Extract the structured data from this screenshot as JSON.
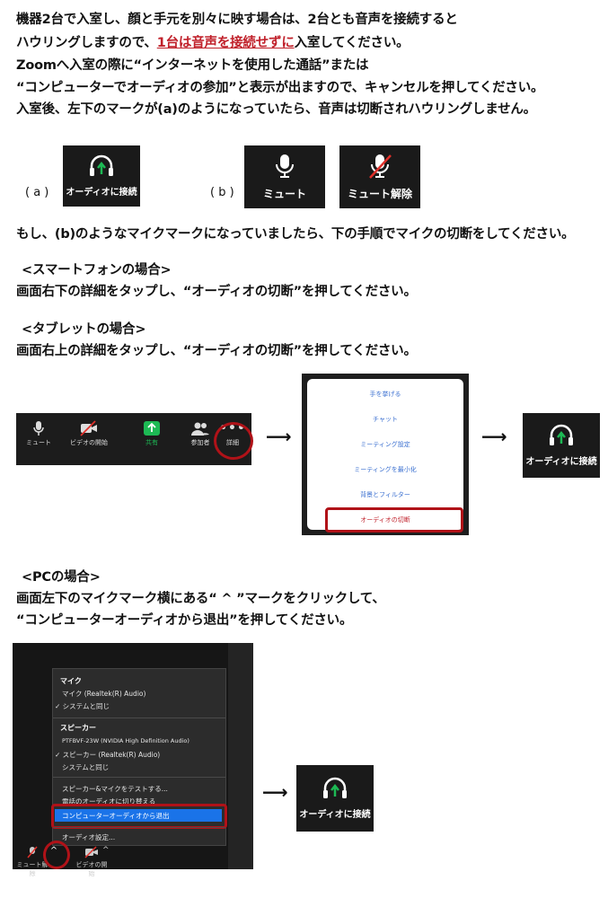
{
  "intro": {
    "l1": "機器2台で入室し、顔と手元を別々に映す場合は、2台とも音声を接続すると",
    "l2_pre": "ハウリングしますので、",
    "l2_red": "1台は音声を接続せずに",
    "l2_post": "入室してください。",
    "l3": "Zoomへ入室の際に“インターネットを使用した通話”または",
    "l4": "“コンピューターでオーディオの参加”と表示が出ますので、キャンセルを押してください。",
    "l5": "入室後、左下のマークが(a)のようになっていたら、音声は切断されハウリングしません。"
  },
  "examples": {
    "a_label": "( a )",
    "b_label": "( b )",
    "audio_connect": "オーディオに接続",
    "mute": "ミュート",
    "unmute": "ミュート解除"
  },
  "if_b": "もし、(b)のようなマイクマークになっていましたら、下の手順でマイクの切断をしてください。",
  "smartphone": {
    "heading": "<スマートフォンの場合>",
    "text": "画面右下の詳細をタップし、“オーディオの切断”を押してください。"
  },
  "tablet": {
    "heading": "<タブレットの場合>",
    "text": "画面右上の詳細をタップし、“オーディオの切断”を押してください。"
  },
  "toolbar": {
    "mute": "ミュート",
    "video": "ビデオの開始",
    "share": "共有",
    "participants": "参加者",
    "more": "詳細"
  },
  "phone_menu": {
    "items": [
      "手を挙げる",
      "チャット",
      "ミーティング設定",
      "ミーティングを最小化",
      "背景とフィルター",
      "オーディオの切断"
    ]
  },
  "audio_connect_result": "オーディオに接続",
  "pc": {
    "heading": "<PCの場合>",
    "text1": "画面左下のマイクマーク横にある“ ^ ”マークをクリックして、",
    "text2": "“コンピューターオーディオから退出”を押してください。"
  },
  "pc_menu": {
    "mic_header": "マイク",
    "mic1": "マイク (Realtek(R) Audio)",
    "mic2": "システムと同じ",
    "speaker_header": "スピーカー",
    "sp1": "PTFBVF-23W (NVIDIA High Definition Audio)",
    "sp2": "スピーカー (Realtek(R) Audio)",
    "sp3": "システムと同じ",
    "test": "スピーカー&マイクをテストする...",
    "switch": "電話のオーディオに切り替える",
    "leave": "コンピューターオーディオから退出",
    "settings": "オーディオ設定...",
    "bottom_mute": "ミュート解除",
    "bottom_video": "ビデオの開始"
  },
  "colors": {
    "accent_red": "#c0202a",
    "tile_bg": "#1a1a1a",
    "highlight_blue": "#1a73e8",
    "green": "#1db954"
  }
}
